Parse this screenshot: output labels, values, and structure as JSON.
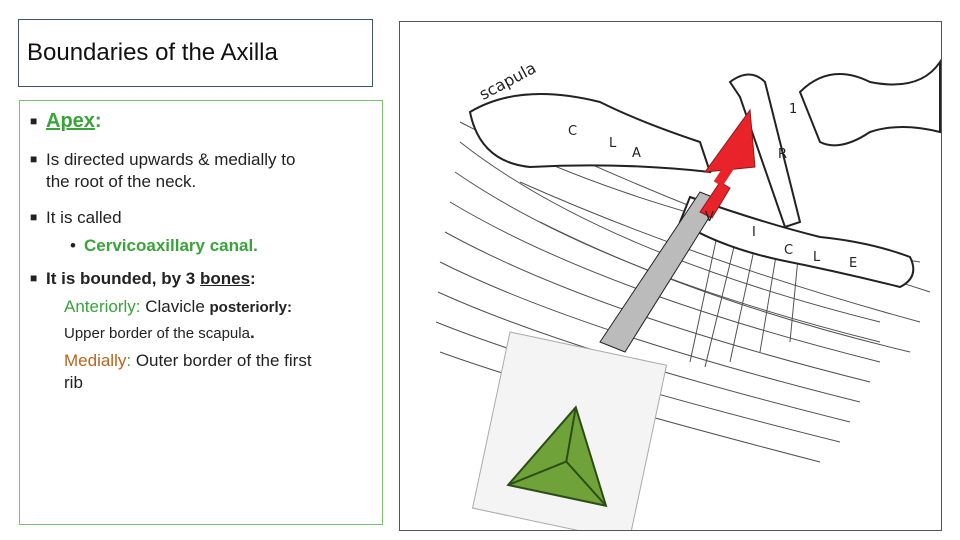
{
  "title": "Boundaries of the Axilla",
  "apex": {
    "heading": "Apex",
    "colon": ":"
  },
  "bullets": {
    "b1_line1": "Is directed upwards & medially to",
    "b1_line2": "the root of the neck.",
    "b2": "It is called",
    "sub": "Cervicoaxillary canal.",
    "b3_pre": "It is bounded, by 3 ",
    "b3_bones": "bones",
    "b3_post": ":"
  },
  "bounds": {
    "anterior_label": "Anteriorly:",
    "anterior_value": " Clavicle ",
    "posterior_label": "posteriorly:",
    "posterior_value": "Upper border of the scapula",
    "posterior_end": ".",
    "medial_label": "Medially",
    "medial_colon": ":",
    "medial_value_1": " Outer border of the first",
    "medial_value_2": "rib"
  },
  "diagram": {
    "scapula_label": "scapula",
    "labels": [
      "C",
      "L",
      "A",
      "1",
      "R",
      "V",
      "I",
      "C",
      "L",
      "E"
    ],
    "colors": {
      "arrow": "#e8232a",
      "pyramid": "#6fa33a",
      "pyramid_dark": "#4f7d24"
    }
  }
}
